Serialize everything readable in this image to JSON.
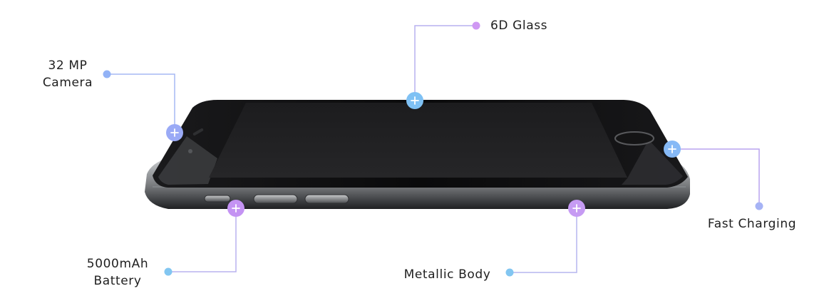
{
  "features": {
    "camera": {
      "line1": "32 MP",
      "line2": "Camera"
    },
    "glass": {
      "label": "6D Glass"
    },
    "charging": {
      "label": "Fast Charging"
    },
    "battery": {
      "line1": "5000mAh",
      "line2": "Battery"
    },
    "body": {
      "label": "Metallic Body"
    }
  },
  "colors": {
    "blue": "#8fb4f7",
    "sky": "#7fc4f2",
    "purple": "#c995f2",
    "line_blue": "#9bbdf5",
    "line_purple": "#c9a3ef"
  },
  "icons": {
    "hotspot": "plus-circle-icon",
    "endpoint": "dot-icon"
  }
}
